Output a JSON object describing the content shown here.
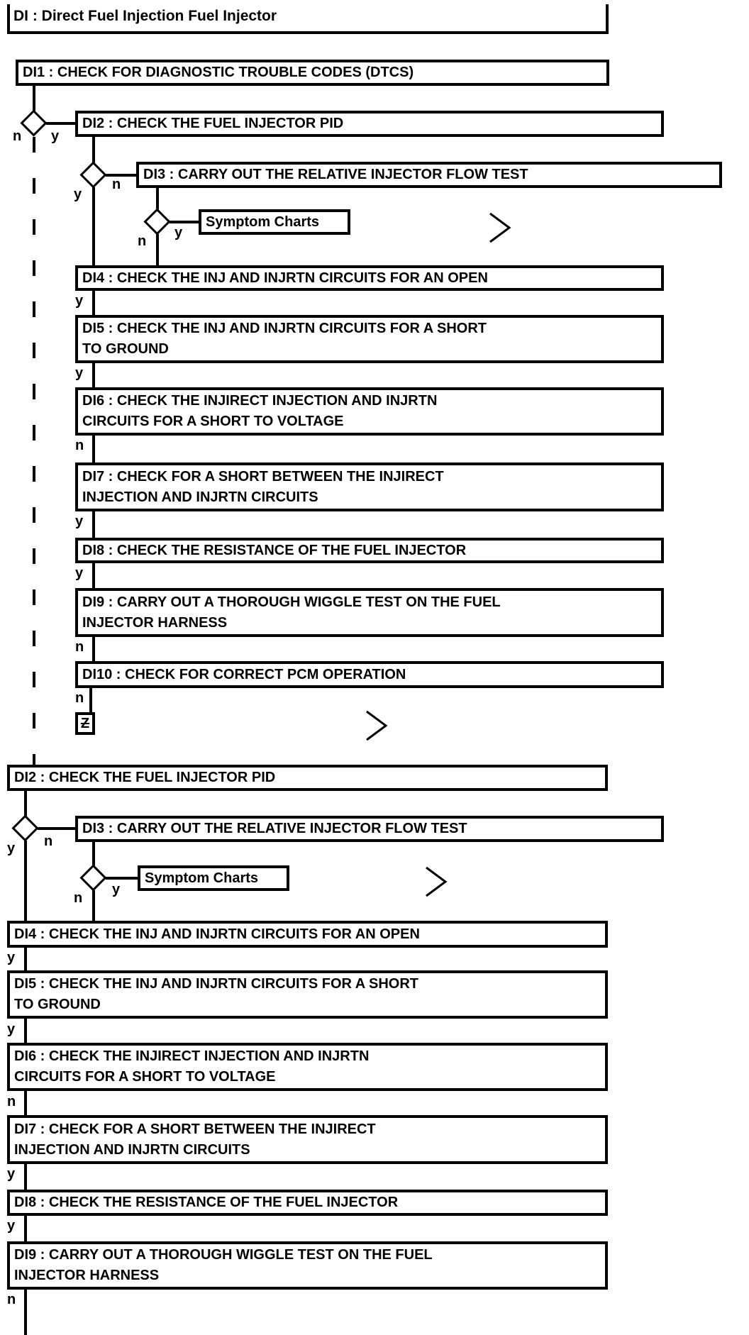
{
  "diagram": {
    "title": "DI : Direct Fuel Injection Fuel Injector",
    "branch_labels": {
      "yes": "y",
      "no": "n"
    },
    "offpage_connector": "Z",
    "steps": {
      "di1": "DI1 : CHECK FOR DIAGNOSTIC TROUBLE CODES (DTCS)",
      "di2": "DI2 : CHECK THE FUEL INJECTOR PID",
      "di3": "DI3 : CARRY OUT THE RELATIVE INJECTOR FLOW TEST",
      "symptom_charts": "Symptom Charts",
      "di4": "DI4 : CHECK THE INJ AND INJRTN CIRCUITS FOR AN OPEN",
      "di5": "DI5 : CHECK THE INJ AND INJRTN CIRCUITS FOR A SHORT\nTO GROUND",
      "di6": "DI6 : CHECK THE INJIRECT INJECTION AND INJRTN\nCIRCUITS FOR A SHORT TO VOLTAGE",
      "di7": "DI7 : CHECK FOR A SHORT BETWEEN THE INJIRECT\nINJECTION AND INJRTN CIRCUITS",
      "di8": "DI8 : CHECK THE RESISTANCE OF THE FUEL INJECTOR",
      "di9": "DI9 : CARRY OUT A THOROUGH WIGGLE TEST ON THE FUEL\nINJECTOR HARNESS",
      "di10": "DI10 : CHECK FOR CORRECT PCM OPERATION"
    }
  }
}
